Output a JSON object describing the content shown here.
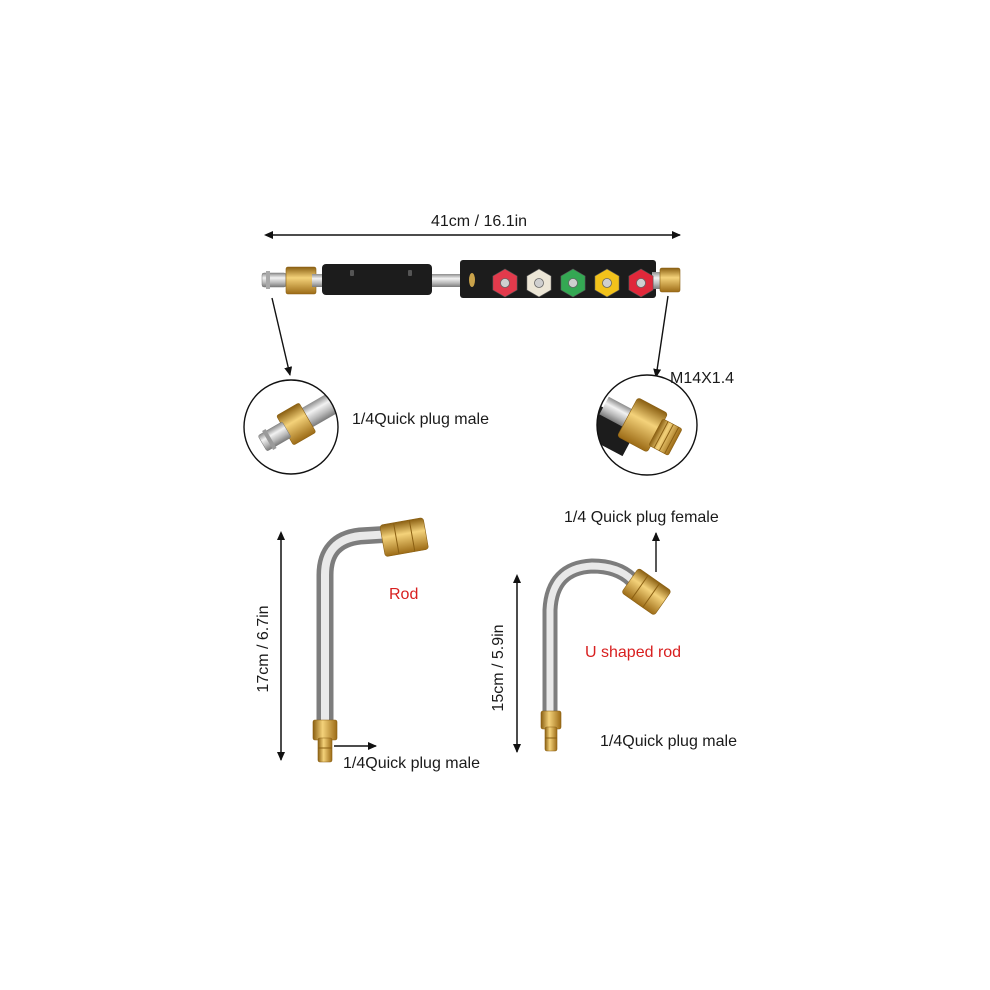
{
  "labels": {
    "wand_length": "41cm / 16.1in",
    "wand_left_end": "1/4Quick plug male",
    "wand_right_thread": "M14X1.4",
    "rod_height": "17cm / 6.7in",
    "rod_name": "Rod",
    "rod_bottom_end": "1/4Quick plug male",
    "u_rod_height": "15cm / 5.9in",
    "u_rod_name": "U shaped rod",
    "u_rod_top_end": "1/4 Quick plug female",
    "u_rod_bottom_end": "1/4Quick plug male"
  },
  "colors": {
    "name_accent": "#d81f1f",
    "brass": "#d4a43a",
    "steel": "#c9c9c9",
    "handle": "#1c1c1c"
  },
  "nozzle_tips": [
    {
      "color": "#e23a4c",
      "icon": "red-nozzle-tip"
    },
    {
      "color": "#ece6d6",
      "icon": "white-nozzle-tip"
    },
    {
      "color": "#34a853",
      "icon": "green-nozzle-tip"
    },
    {
      "color": "#f2c21b",
      "icon": "yellow-nozzle-tip"
    },
    {
      "color": "#e0283a",
      "icon": "red-nozzle-tip"
    }
  ]
}
